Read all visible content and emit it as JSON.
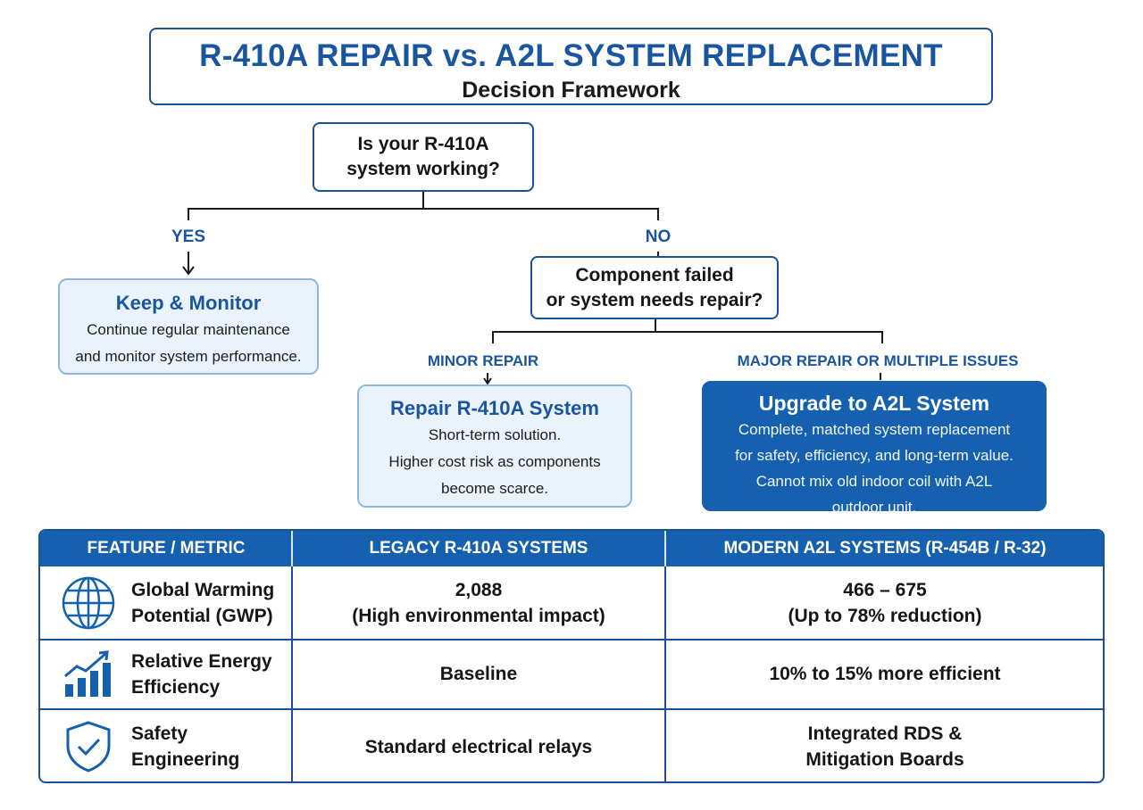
{
  "title": {
    "main": "R-410A REPAIR vs. A2L SYSTEM REPLACEMENT",
    "subtitle": "Decision Framework"
  },
  "question1": {
    "line1": "Is your R-410A",
    "line2": "system working?"
  },
  "branch_yes": "YES",
  "branch_no": "NO",
  "keep_monitor": {
    "title": "Keep & Monitor",
    "line1": "Continue regular maintenance",
    "line2": "and monitor system performance."
  },
  "question2": {
    "line1": "Component failed",
    "line2": "or system needs repair?"
  },
  "branch_minor": "MINOR REPAIR",
  "branch_major": "MAJOR REPAIR OR MULTIPLE ISSUES",
  "repair_box": {
    "title": "Repair R-410A System",
    "line1": "Short-term solution.",
    "line2": "Higher cost risk as components",
    "line3": "become scarce."
  },
  "upgrade_box": {
    "title": "Upgrade to A2L System",
    "line1": "Complete, matched system replacement",
    "line2": "for safety, efficiency, and long-term value.",
    "line3": "Cannot mix old indoor coil with A2L",
    "line4": "outdoor unit."
  },
  "table": {
    "headers": [
      "FEATURE / METRIC",
      "LEGACY R-410A SYSTEMS",
      "MODERN A2L SYSTEMS (R-454B / R-32)"
    ],
    "rows": [
      {
        "icon": "globe-icon",
        "feature_line1": "Global Warming",
        "feature_line2": "Potential (GWP)",
        "legacy_line1": "2,088",
        "legacy_line2": "(High environmental impact)",
        "modern_line1": "466 – 675",
        "modern_line2": "(Up to 78% reduction)"
      },
      {
        "icon": "growth-chart-icon",
        "feature_line1": "Relative Energy",
        "feature_line2": "Efficiency",
        "legacy_line1": "Baseline",
        "modern_line1": "10% to 15% more efficient"
      },
      {
        "icon": "shield-check-icon",
        "feature_line1": "Safety",
        "feature_line2": "Engineering",
        "legacy_line1": "Standard electrical relays",
        "modern_line1": "Integrated RDS &",
        "modern_line2": "Mitigation Boards"
      }
    ]
  },
  "colors": {
    "primary_blue": "#1660b0",
    "border_blue": "#1b4f97",
    "light_fill": "#eaf3fc"
  }
}
